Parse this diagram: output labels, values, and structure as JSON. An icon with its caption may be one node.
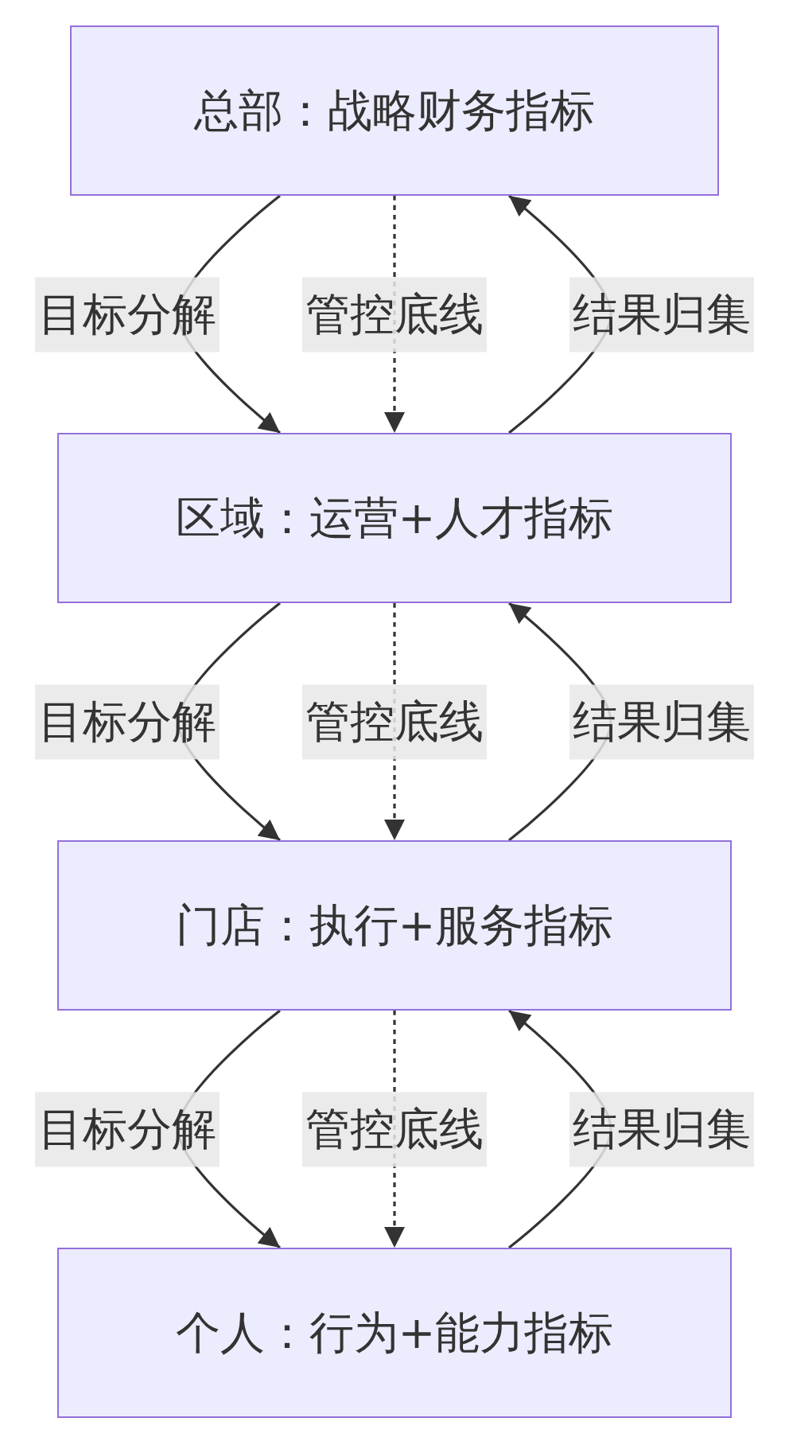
{
  "diagram": {
    "nodes": [
      {
        "text": [
          "总部：战略财务指标"
        ]
      },
      {
        "text": [
          "区域：运营+人才指标"
        ]
      },
      {
        "text": [
          "门店：执行+服务指标"
        ]
      },
      {
        "text": [
          "个人：行为+能力指标"
        ]
      }
    ],
    "edges": [
      {
        "from": 0,
        "to": 1,
        "arrow": "to",
        "label": "目标分解"
      },
      {
        "from": 0,
        "to": 1,
        "arrow": "to",
        "label": "管控底线",
        "style": "dashed"
      },
      {
        "from": 1,
        "to": 0,
        "arrow": "to",
        "label": "结果归集"
      },
      {
        "from": 1,
        "to": 2,
        "arrow": "to",
        "label": "目标分解"
      },
      {
        "from": 1,
        "to": 2,
        "arrow": "to",
        "label": "管控底线",
        "style": "dashed"
      },
      {
        "from": 2,
        "to": 1,
        "arrow": "to",
        "label": "结果归集"
      },
      {
        "from": 2,
        "to": 3,
        "arrow": "to",
        "label": "目标分解"
      },
      {
        "from": 2,
        "to": 3,
        "arrow": "to",
        "label": "管控底线",
        "style": "dashed"
      },
      {
        "from": 3,
        "to": 2,
        "arrow": "to",
        "label": "结果归集"
      }
    ]
  }
}
